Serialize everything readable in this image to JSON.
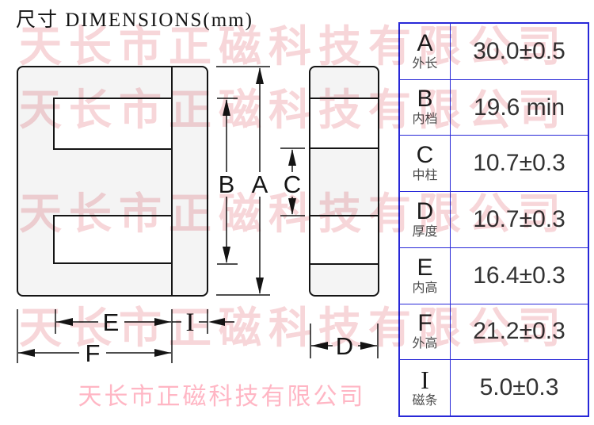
{
  "title": "尺寸 DIMENSIONS(mm)",
  "diagram": {
    "labels": {
      "A": "A",
      "B": "B",
      "C": "C",
      "D": "D",
      "E": "E",
      "F": "F",
      "I": "I"
    }
  },
  "table": {
    "rows": [
      {
        "letter": "A",
        "sub": "外长",
        "value": "30.0±0.5"
      },
      {
        "letter": "B",
        "sub": "内档",
        "value": "19.6 min"
      },
      {
        "letter": "C",
        "sub": "中柱",
        "value": "10.7±0.3"
      },
      {
        "letter": "D",
        "sub": "厚度",
        "value": "10.7±0.3"
      },
      {
        "letter": "E",
        "sub": "内高",
        "value": "16.4±0.3"
      },
      {
        "letter": "F",
        "sub": "外高",
        "value": "21.2±0.3"
      },
      {
        "letter": "I",
        "sub": "磁条",
        "value": "5.0±0.3"
      }
    ]
  },
  "watermark": {
    "text": "天长市正磁科技有限公司"
  },
  "colors": {
    "table-border": "#2828d8",
    "line": "#141414",
    "core-fill": "#f4f4f4",
    "watermark-pink": "#f7d6d9",
    "footer-pink": "#ffb6c4"
  }
}
